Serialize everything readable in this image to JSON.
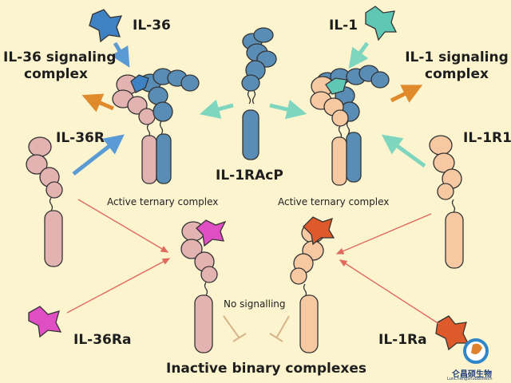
{
  "labels": {
    "il36": "IL-36",
    "il1": "IL-1",
    "il36_complex_line1": "IL-36 signaling",
    "il36_complex_line2": "complex",
    "il1_complex_line1": "IL-1 signaling",
    "il1_complex_line2": "complex",
    "il36r": "IL-36R",
    "il1r1": "IL-1R1",
    "il1racp": "IL-1RAcP",
    "active_left": "Active ternary complex",
    "active_right": "Active ternary complex",
    "no_signalling": "No signalling",
    "il36ra": "IL-36Ra",
    "il1ra": "IL-1Ra",
    "inactive": "Inactive binary complexes",
    "logo_text": "仑昌硕生物",
    "logo_subtext": "LunChangShuoBiotech"
  },
  "colors": {
    "background": "#fbf4cf",
    "il36_ligand": "#3f82c4",
    "il1_ligand": "#5ec8b4",
    "il36r_receptor": "#e3b3b1",
    "il1r1_receptor": "#f6c9a3",
    "il1racp_receptor": "#5a8db5",
    "il36ra_antagonist": "#e04ec4",
    "il1ra_antagonist": "#de5a2a",
    "orange_arrow": "#e08a2c",
    "blue_arrow": "#5b9bd5",
    "teal_arrow": "#7fd6bf",
    "red_line": "#e06a5e",
    "inhibit_line": "#d7b489"
  }
}
